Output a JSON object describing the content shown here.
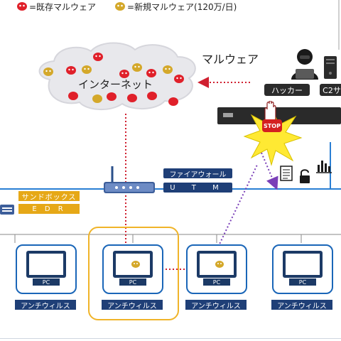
{
  "legend": {
    "existing_label": "=既存マルウェア",
    "new_label": "=新規マルウェア(120万/日)"
  },
  "internet_label": "インターネット",
  "malware_label": "マルウェア",
  "hacker_label": "ハッカー",
  "c2_label": "C2サ",
  "stop_label": "STOP",
  "firewall_label": "ファイアウォール",
  "utm_label": "U T M",
  "sandbox_label": "サンドボックス",
  "edr_label": "E D R",
  "pcs": [
    {
      "screen_label": "PC",
      "av_label": "アンチウィルス"
    },
    {
      "screen_label": "PC",
      "av_label": "アンチウィルス"
    },
    {
      "screen_label": "PC",
      "av_label": "アンチウィルス"
    },
    {
      "screen_label": "PC",
      "av_label": "アンチウィルス"
    }
  ],
  "colors": {
    "existing_malware": "#e0202a",
    "new_malware": "#d4a82a",
    "network_line": "#2a7fd4",
    "accent_navy": "#1f3f77",
    "accent_gold": "#e6a817",
    "highlight_border": "#f0b429",
    "infection_arrow": "#d02030",
    "exfil_arrow": "#7a3fb8"
  }
}
